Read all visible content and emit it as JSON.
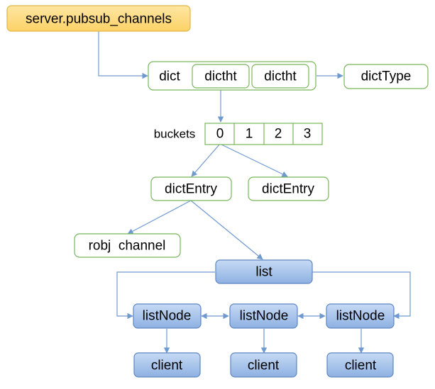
{
  "nodes": {
    "root": "server.pubsub_channels",
    "dict": "dict",
    "dictht_1": "dictht",
    "dictht_2": "dictht",
    "dict_type": "dictType",
    "buckets_label": "buckets",
    "buckets": [
      "0",
      "1",
      "2",
      "3"
    ],
    "dict_entry_1": "dictEntry",
    "dict_entry_2": "dictEntry",
    "robj_channel": "robj  channel",
    "list": "list",
    "list_nodes": [
      "listNode",
      "listNode",
      "listNode"
    ],
    "clients": [
      "client",
      "client",
      "client"
    ]
  },
  "colors": {
    "root_fill": "#fdd67a",
    "root_border": "#e0b64a",
    "green_border": "#77b75a",
    "blue_fill_top": "#b9d0ef",
    "blue_fill_bottom": "#8eb1e2",
    "blue_border": "#5d86c2",
    "arrow": "#6f9ad0"
  }
}
